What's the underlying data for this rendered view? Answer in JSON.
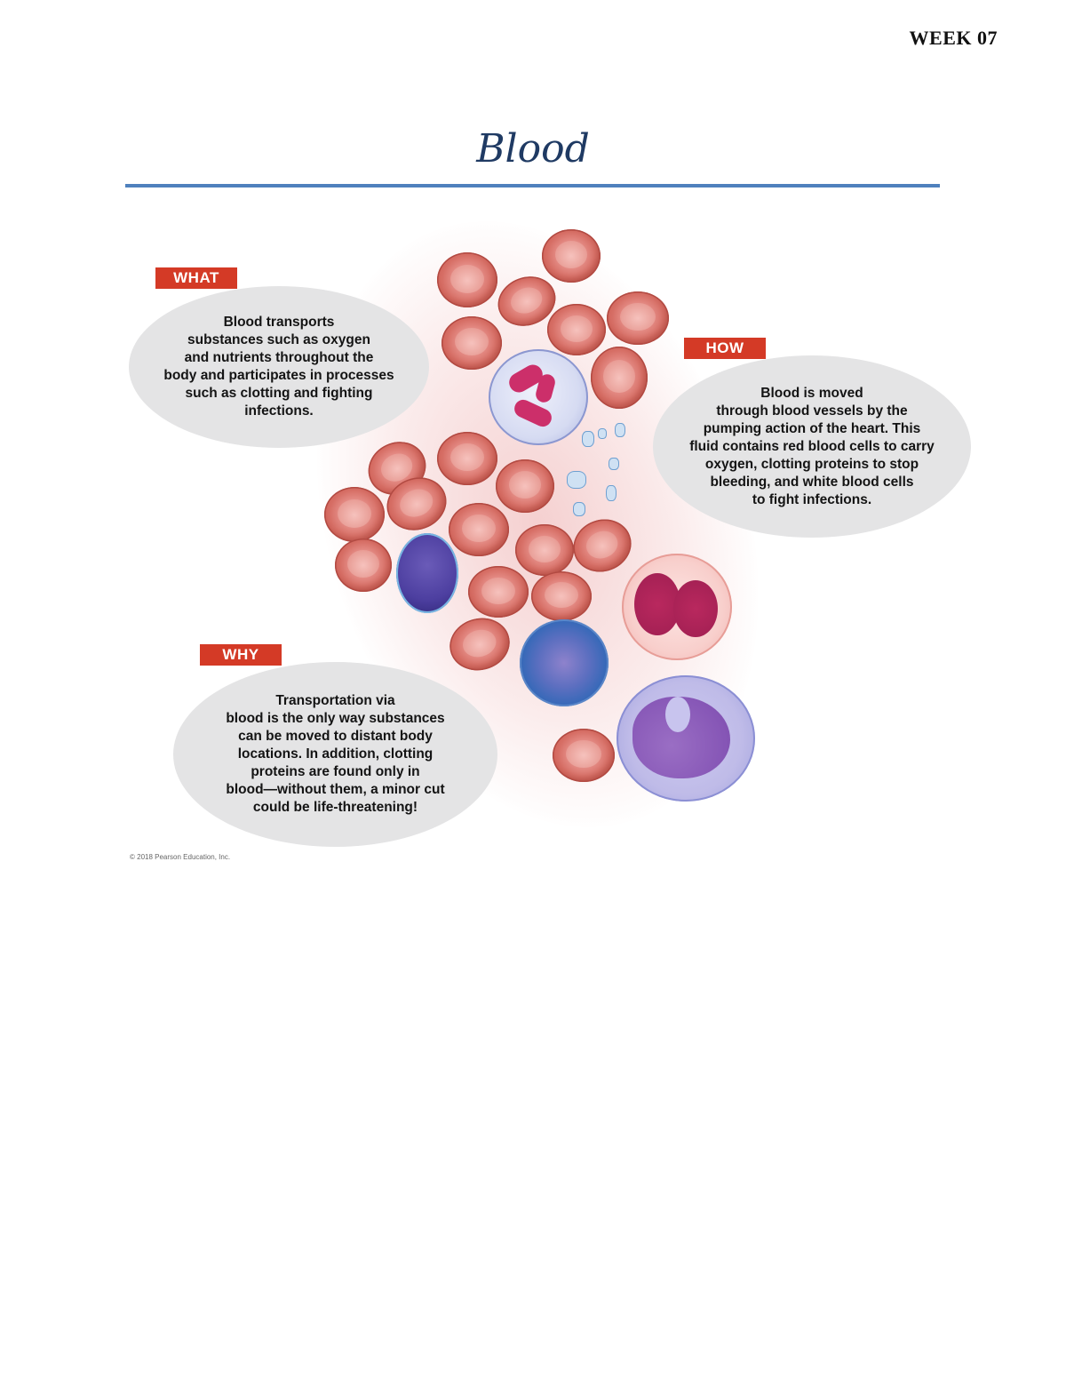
{
  "header": {
    "week_label": "WEEK 07",
    "title": "Blood"
  },
  "figure": {
    "what": {
      "tag": "WHAT",
      "text": "Blood transports\nsubstances such as oxygen\nand nutrients throughout the\nbody and participates in processes\nsuch as clotting and fighting\ninfections."
    },
    "how": {
      "tag": "HOW",
      "text": "Blood is moved\nthrough blood vessels by the\npumping action of the heart. This\nfluid contains red blood cells to carry\noxygen, clotting proteins to stop\nbleeding, and white blood cells\nto fight infections."
    },
    "why": {
      "tag": "WHY",
      "text": "Transportation via\nblood is the only way substances\ncan be moved to distant body\nlocations. In addition, clotting\nproteins are found only in\nblood—without them, a minor cut\ncould be life-threatening!"
    },
    "illustration_description": "Red blood cells, white blood cells (neutrophil, lymphocyte, basophil, eosinophil, monocyte) and platelets",
    "copyright": "© 2018 Pearson Education, Inc."
  },
  "colors": {
    "title": "#1f3a63",
    "rule": "#4f81bd",
    "tag_bg": "#d43a26",
    "bubble_bg": "#e4e4e5",
    "rbc": "#d66e65"
  }
}
